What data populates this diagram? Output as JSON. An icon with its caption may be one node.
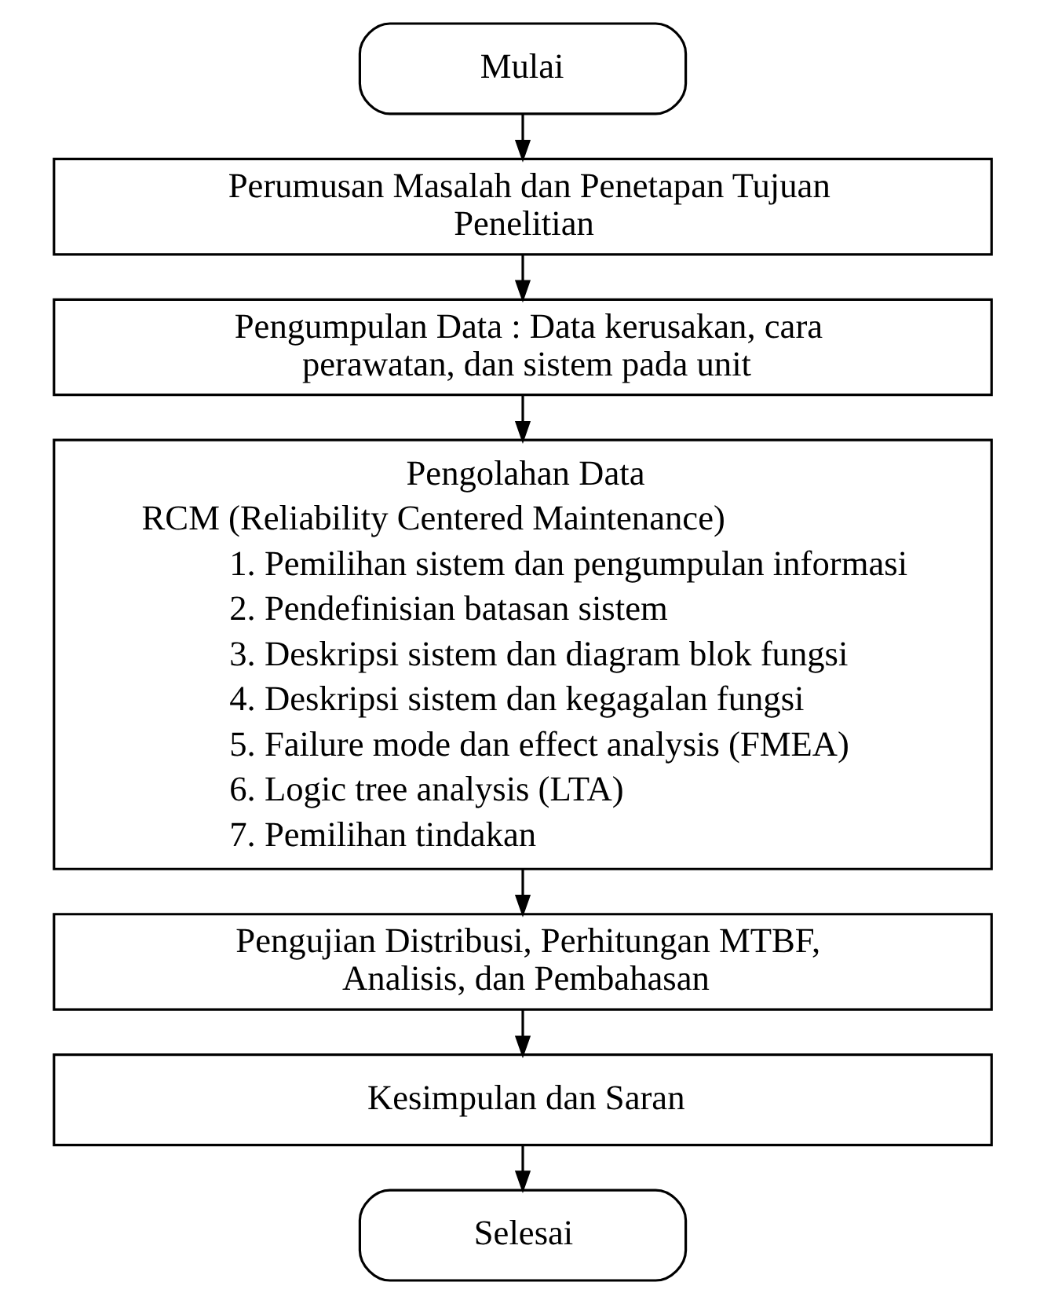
{
  "diagram": {
    "nodes": [
      {
        "text": [
          "Mulai"
        ]
      },
      {
        "text": [
          "Perumusan Masalah dan Penetapan Tujuan Penelitian"
        ]
      },
      {
        "text": [
          "Pengumpulan Data : Data kerusakan, cara perawatan, dan sistem pada unit"
        ]
      },
      {
        "text": [
          "Pengolahan Data",
          "RCM (Reliability Centered Maintenance)",
          "1. Pemilihan sistem dan pengumpulan informasi",
          "2. Pendefinisian batasan sistem",
          "3. Deskripsi sistem dan diagram blok fungsi",
          "4. Deskripsi sistem dan kegagalan fungsi",
          "5. Failure mode dan effect analysis (FMEA)",
          "6. Logic tree analysis (LTA)",
          "7. Pemilihan tindakan"
        ]
      },
      {
        "text": [
          "Pengujian Distribusi, Perhitungan MTBF, Analisis, dan Pembahasan"
        ]
      },
      {
        "text": [
          "Kesimpulan dan Saran"
        ]
      },
      {
        "text": [
          "Selesai"
        ]
      }
    ],
    "edges": [
      {
        "from": 0,
        "to": 1,
        "arrow": "to"
      },
      {
        "from": 1,
        "to": 2,
        "arrow": "to"
      },
      {
        "from": 2,
        "to": 3,
        "arrow": "to"
      },
      {
        "from": 3,
        "to": 4,
        "arrow": "to"
      },
      {
        "from": 4,
        "to": 5,
        "arrow": "to"
      },
      {
        "from": 5,
        "to": 6,
        "arrow": "to"
      }
    ]
  }
}
